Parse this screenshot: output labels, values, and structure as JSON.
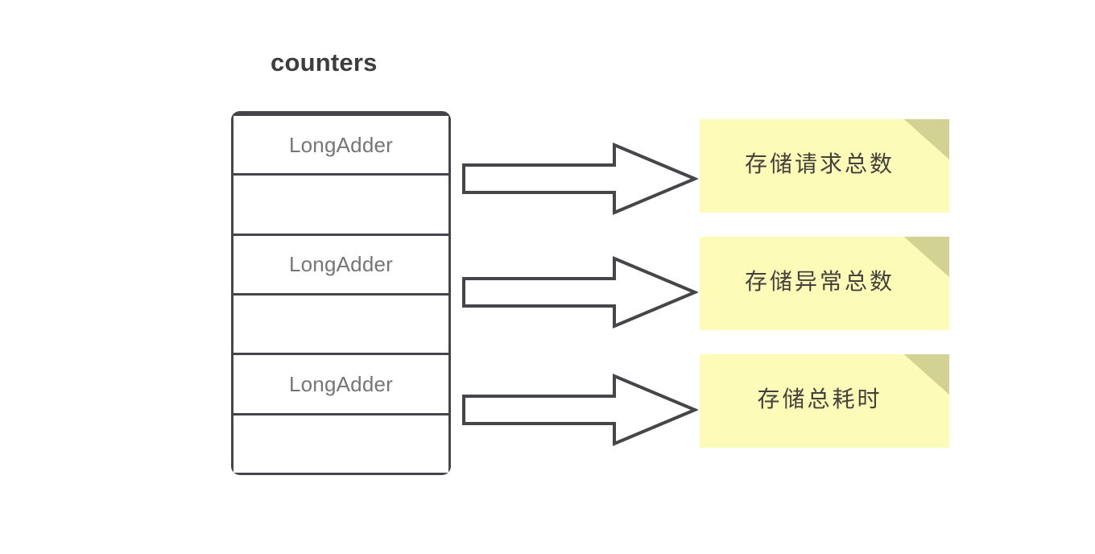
{
  "diagram": {
    "title": "counters",
    "colors": {
      "border": "#46464a",
      "title_text": "#3d3d3d",
      "cell_text": "#767676",
      "note_fill": "#fcfbb8",
      "note_fold": "#d2d292",
      "note_text": "#44403c",
      "arrow_stroke": "#46464a",
      "arrow_fill": "#ffffff",
      "background": "#ffffff"
    }
  },
  "counters_container": {
    "name": "counters",
    "cells": [
      {
        "label": "LongAdder",
        "empty": false
      },
      {
        "label": "",
        "empty": true
      },
      {
        "label": "LongAdder",
        "empty": false
      },
      {
        "label": "",
        "empty": true
      },
      {
        "label": "LongAdder",
        "empty": false
      },
      {
        "label": "",
        "empty": true
      }
    ]
  },
  "arrows": [
    {
      "id": "arrow-1",
      "direction": "right",
      "from": "counter-cell-1",
      "to": "note-1"
    },
    {
      "id": "arrow-2",
      "direction": "right",
      "from": "counter-cell-3",
      "to": "note-2"
    },
    {
      "id": "arrow-3",
      "direction": "right",
      "from": "counter-cell-5",
      "to": "note-3"
    }
  ],
  "notes": [
    {
      "id": "note-1",
      "label": "存储请求总数"
    },
    {
      "id": "note-2",
      "label": "存储异常总数"
    },
    {
      "id": "note-3",
      "label": "存储总耗时"
    }
  ]
}
